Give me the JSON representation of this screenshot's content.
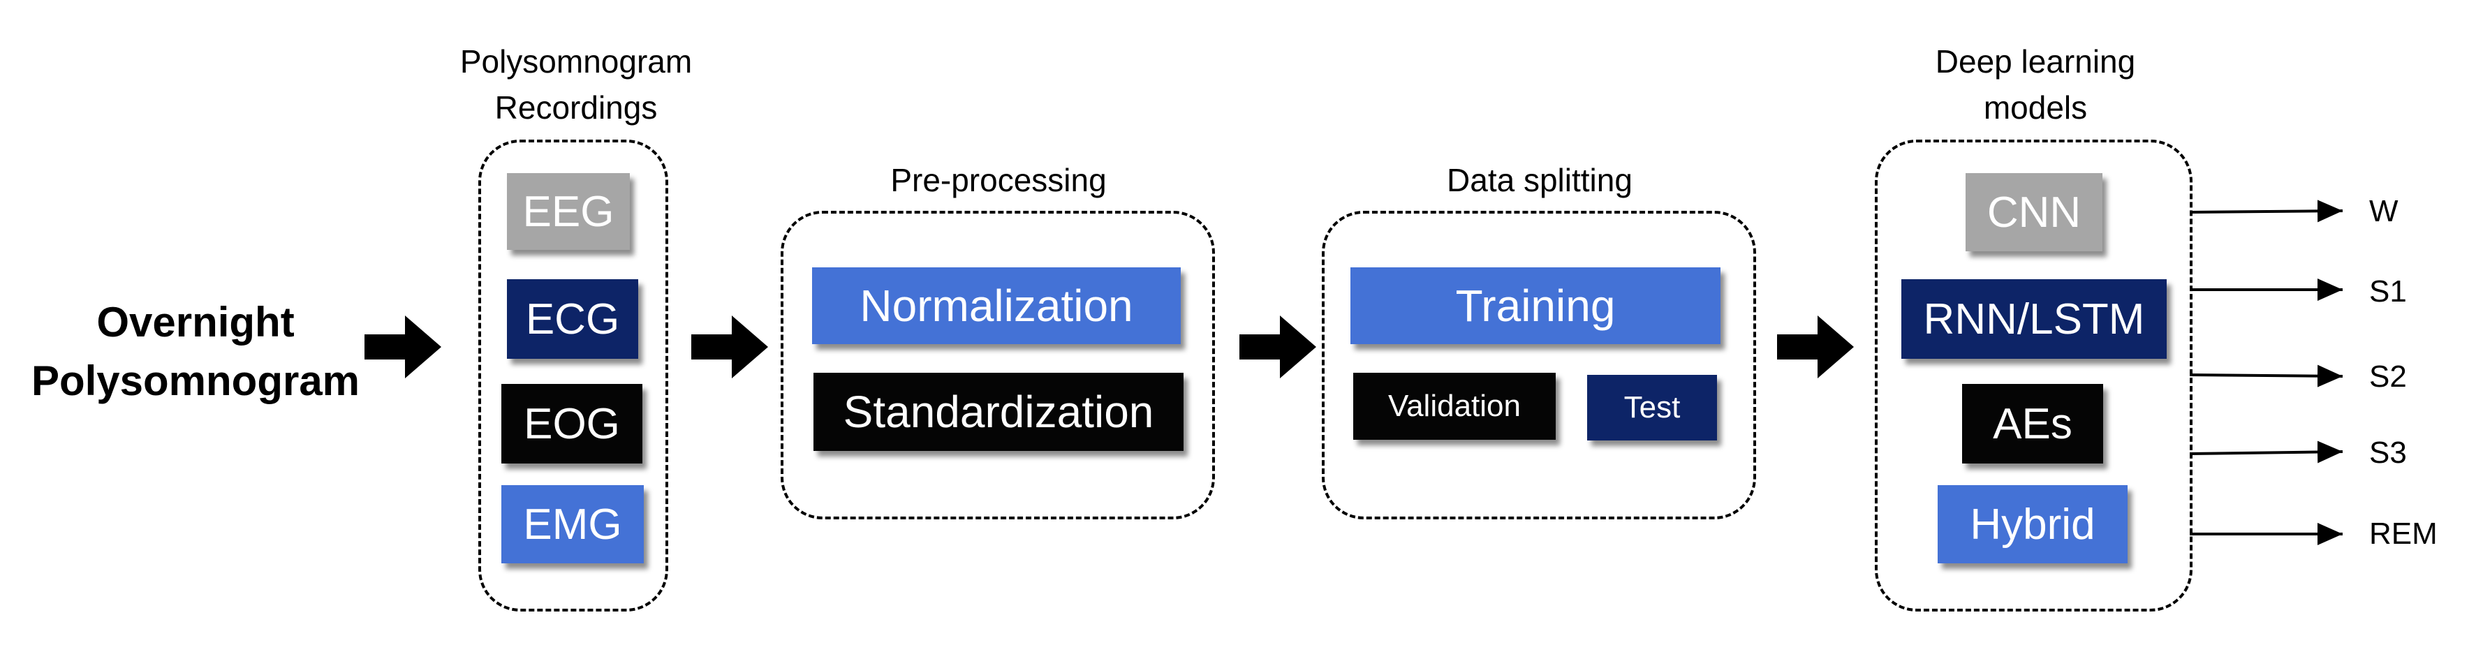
{
  "source": {
    "line1": "Overnight",
    "line2": "Polysomnogram"
  },
  "recordings": {
    "title_line1": "Polysomnogram",
    "title_line2": "Recordings",
    "items": [
      "EEG",
      "ECG",
      "EOG",
      "EMG"
    ]
  },
  "preprocessing": {
    "title": "Pre-processing",
    "items": [
      "Normalization",
      "Standardization"
    ]
  },
  "splitting": {
    "title": "Data splitting",
    "items": [
      "Training",
      "Validation",
      "Test"
    ]
  },
  "models": {
    "title_line1": "Deep learning",
    "title_line2": "models",
    "items": [
      "CNN",
      "RNN/LSTM",
      "AEs",
      "Hybrid"
    ]
  },
  "outputs": [
    "W",
    "S1",
    "S2",
    "S3",
    "REM"
  ],
  "colors": {
    "gray": "#a6a6a6",
    "navy": "#0d2467",
    "black": "#050505",
    "blue": "#4472d6"
  }
}
